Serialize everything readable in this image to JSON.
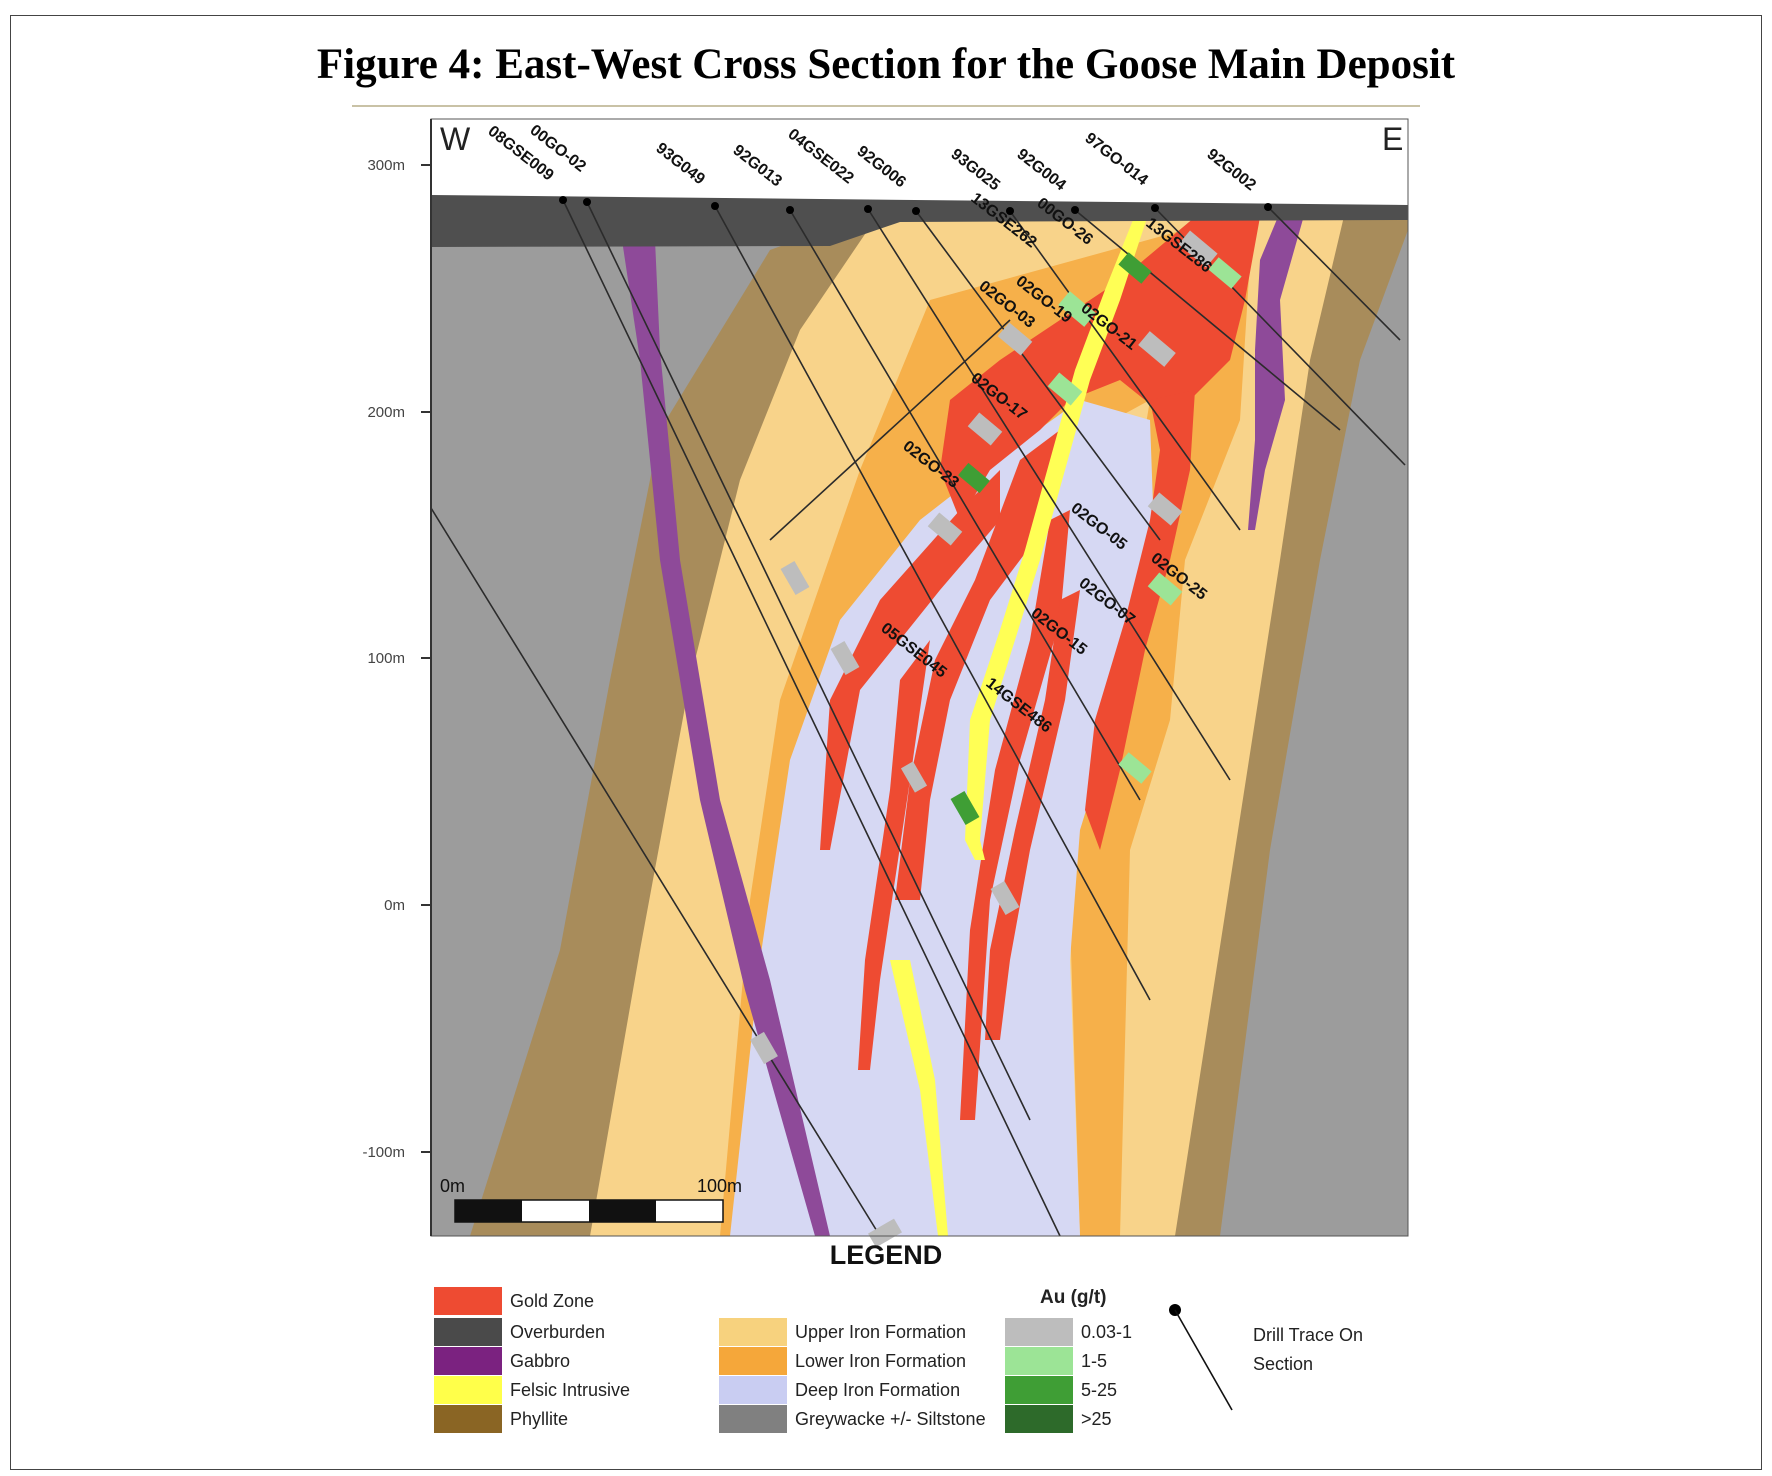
{
  "title": "Figure 4:  East-West Cross Section for the Goose Main Deposit",
  "compass": {
    "west": "W",
    "east": "E"
  },
  "elevation_ticks": [
    "300m",
    "200m",
    "100m",
    "0m",
    "-100m"
  ],
  "scale_bar": {
    "start_label": "0m",
    "end_label": "100m"
  },
  "drill_holes": {
    "collar": [
      "08GSE009",
      "00GO-02",
      "93G049",
      "92G013",
      "04GSE022",
      "92G006",
      "93G025",
      "13GSE262",
      "92G004",
      "00GO-26",
      "97GO-014",
      "13GSE286",
      "92G002"
    ],
    "inline": [
      "02GO-19",
      "02GO-03",
      "02GO-21",
      "02GO-17",
      "02GO-23",
      "02GO-05",
      "02GO-25",
      "02GO-07",
      "02GO-15",
      "05GSE045",
      "14GSE486"
    ]
  },
  "legend": {
    "title": "LEGEND",
    "units": [
      {
        "label": "Gold Zone",
        "color": "#ee4b32"
      },
      {
        "label": "Overburden",
        "color": "#4a4a4a"
      },
      {
        "label": "Gabbro",
        "color": "#7b2280"
      },
      {
        "label": "Felsic Intrusive",
        "color": "#ffff4a"
      },
      {
        "label": "Phyllite",
        "color": "#8a6524"
      },
      {
        "label": "Upper Iron Formation",
        "color": "#f7d27e"
      },
      {
        "label": "Lower Iron Formation",
        "color": "#f5a73a"
      },
      {
        "label": "Deep Iron Formation",
        "color": "#c9cdf2"
      },
      {
        "label": "Greywacke +/- Siltstone",
        "color": "#808080"
      }
    ],
    "au_title": "Au (g/t)",
    "au_grades": [
      {
        "label": "0.03-1",
        "color": "#bdbdbd"
      },
      {
        "label": "1-5",
        "color": "#9ce496"
      },
      {
        "label": "5-25",
        "color": "#3f9e35"
      },
      {
        "label": ">25",
        "color": "#2d6a2a"
      }
    ],
    "drill_trace_label": [
      "Drill Trace On",
      "Section"
    ]
  }
}
